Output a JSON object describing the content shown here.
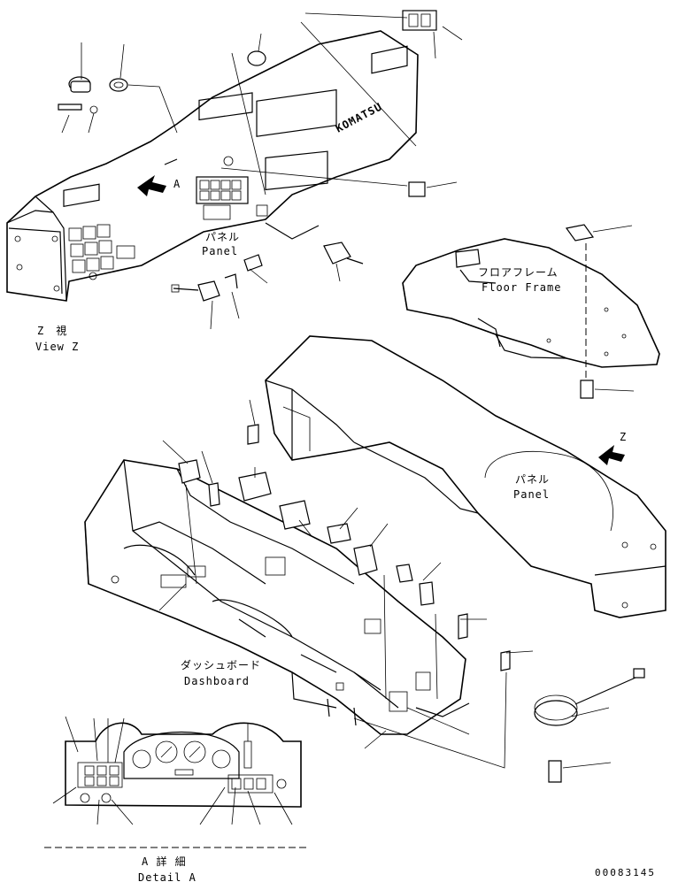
{
  "labels": {
    "panel_top_jp": "パネル",
    "panel_top_en": "Panel",
    "view_z_jp": "Z　視",
    "view_z_en": "View Z",
    "view_letter_a": "A",
    "floor_frame_jp": "フロアフレーム",
    "floor_frame_en": "Floor Frame",
    "panel_right_jp": "パネル",
    "panel_right_en": "Panel",
    "z_letter": "Z",
    "dashboard_jp": "ダッシュボード",
    "dashboard_en": "Dashboard",
    "detail_a_jp": "A 詳 細",
    "detail_a_en": "Detail A",
    "brand_logo": "KOMATSU"
  },
  "drawing_code": "00083145"
}
